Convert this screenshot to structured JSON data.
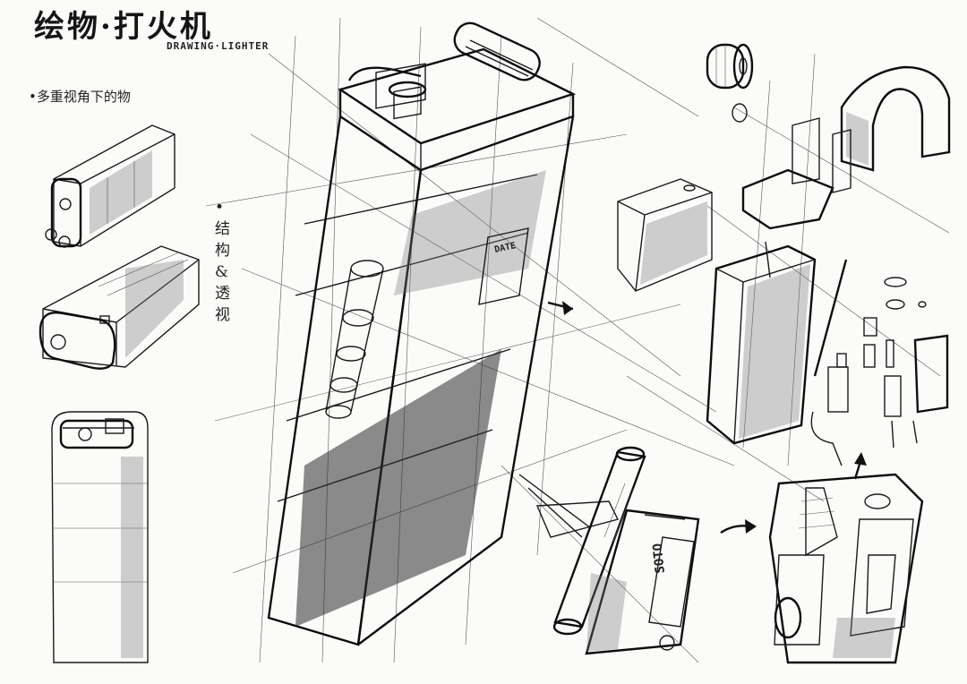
{
  "title": {
    "cn": "绘物·打火机",
    "en": "DRAWING·LIGHTER"
  },
  "notes": {
    "multi_view": "•多重视角下的物",
    "structure": "•结构&透视"
  },
  "labels": {
    "date_label": "DATE",
    "soto_label": "SOTO"
  }
}
